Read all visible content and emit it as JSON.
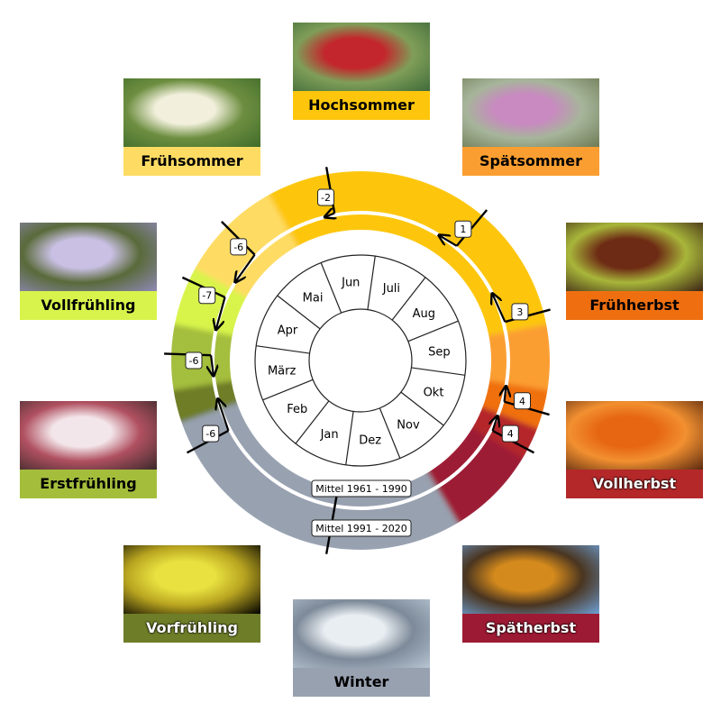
{
  "seasons": [
    {
      "key": "winter",
      "name": "Winter",
      "color": "#98a1b0",
      "photo": "snowy-mountain-village",
      "light": false
    },
    {
      "key": "vorfruehling",
      "name": "Vorfrühling",
      "color": "#6e7d28",
      "photo": "willow-catkin",
      "light": true
    },
    {
      "key": "erstfruehling",
      "name": "Erstfrühling",
      "color": "#a4be3c",
      "photo": "blossoms",
      "light": false
    },
    {
      "key": "vollfruehling",
      "name": "Vollfrühling",
      "color": "#d8f44c",
      "photo": "lilac",
      "light": false
    },
    {
      "key": "fruehsommer",
      "name": "Frühsommer",
      "color": "#fedc63",
      "photo": "elderflower",
      "light": false
    },
    {
      "key": "hochsommer",
      "name": "Hochsommer",
      "color": "#fdc60c",
      "photo": "red-currants",
      "light": false
    },
    {
      "key": "spaetsommer",
      "name": "Spätsommer",
      "color": "#fb9e31",
      "photo": "heather",
      "light": false
    },
    {
      "key": "fruehherbst",
      "name": "Frühherbst",
      "color": "#ef6f10",
      "photo": "chestnuts",
      "light": false
    },
    {
      "key": "vollherbst",
      "name": "Vollherbst",
      "color": "#b4282a",
      "photo": "orange-leaves",
      "light": true
    },
    {
      "key": "spaetherbst",
      "name": "Spätherbst",
      "color": "#9d1a34",
      "photo": "autumn-forest",
      "light": true
    }
  ],
  "months": [
    "Jan",
    "Feb",
    "März",
    "Apr",
    "Mai",
    "Jun",
    "Juli",
    "Aug",
    "Sep",
    "Okt",
    "Nov",
    "Dez"
  ],
  "ring_labels": {
    "inner": "Mittel 1961 - 1990",
    "outer": "Mittel 1991 - 2020"
  },
  "shifts": [
    {
      "season_start": "Vorfrühling",
      "value": "-6"
    },
    {
      "season_start": "Erstfrühling",
      "value": "-6"
    },
    {
      "season_start": "Vollfrühling",
      "value": "-7"
    },
    {
      "season_start": "Frühsommer",
      "value": "-6"
    },
    {
      "season_start": "Hochsommer",
      "value": "-2"
    },
    {
      "season_start": "Spätsommer",
      "value": "1"
    },
    {
      "season_start": "Frühherbst",
      "value": "3"
    },
    {
      "season_start": "Vollherbst",
      "value": "4"
    },
    {
      "season_start": "Spätherbst",
      "value": "4"
    }
  ]
}
